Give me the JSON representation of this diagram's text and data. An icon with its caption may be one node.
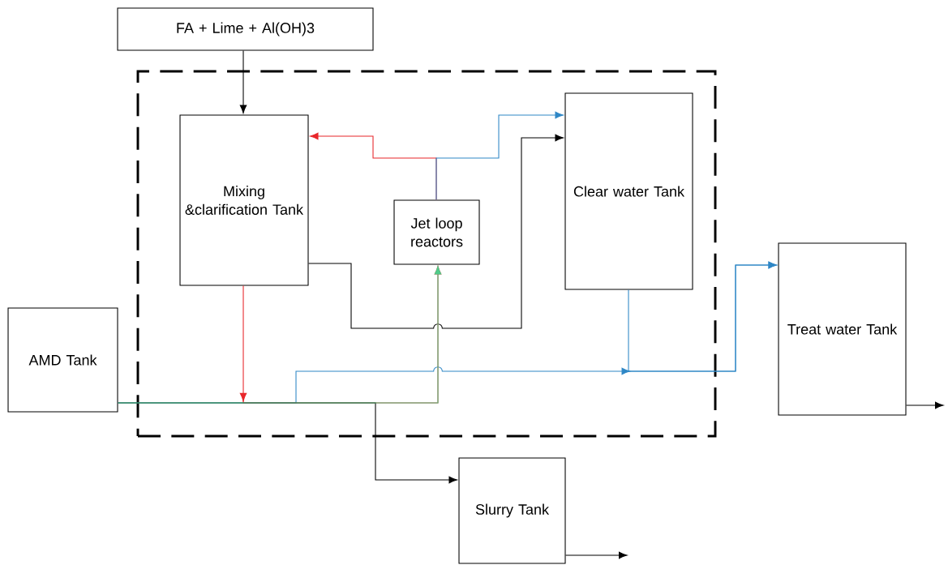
{
  "diagram": {
    "nodes": [
      {
        "text": [
          "FA + Lime + Al(OH)3"
        ]
      },
      {
        "text": [],
        "shape": "box"
      },
      {
        "text": [
          "Mixing &clarification Tank"
        ],
        "in": 1
      },
      {
        "text": [
          "Jet loop reactors"
        ],
        "in": 1
      },
      {
        "text": [
          "Clear water Tank"
        ],
        "in": 1
      },
      {
        "text": [
          "AMD Tank"
        ]
      },
      {
        "text": [
          "Treat water Tank"
        ]
      },
      {
        "text": [
          "Slurry Tank"
        ]
      }
    ],
    "edges": [
      {
        "from": 0,
        "to": 2,
        "arrow": "to"
      },
      {
        "from": 3,
        "to": 2,
        "arrow": "to",
        "color": "#e8262a"
      },
      {
        "from": 3,
        "to": 4,
        "arrow": "to",
        "color": "#2f87c6"
      },
      {
        "from": 2,
        "to": 4,
        "arrow": "to"
      },
      {
        "from": 4,
        "to": 6,
        "arrow": "to",
        "color": "#2f87c6"
      },
      {
        "from": 5,
        "to": 6,
        "arrow": "to",
        "color": "#2f87c6"
      },
      {
        "from": 2,
        "to": 3,
        "arrow": "to",
        "color": "#e8262a"
      },
      {
        "from": 5,
        "to": 7,
        "arrow": "to"
      },
      {
        "from": 5,
        "to": 3,
        "arrow": "to",
        "color": "#4fcb8a"
      },
      {
        "from": 6,
        "to": null,
        "arrow": "to"
      },
      {
        "from": 7,
        "to": null,
        "arrow": "to"
      }
    ]
  }
}
